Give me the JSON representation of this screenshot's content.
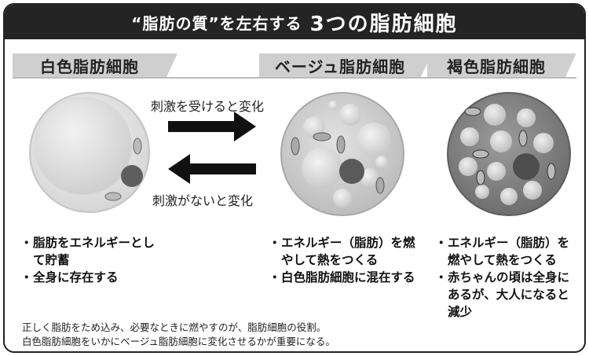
{
  "title": {
    "prefix": "“脂肪の質”を左右する",
    "main": "3つの脂肪細胞"
  },
  "cells": {
    "white": {
      "label": "白色脂肪細胞",
      "bullets": [
        "脂肪をエネルギーとして貯蓄",
        "全身に存在する"
      ]
    },
    "beige": {
      "label": "ベージュ脂肪細胞",
      "bullets": [
        "エネルギー（脂肪）を燃やして熱をつくる",
        "白色脂肪細胞に混在する"
      ]
    },
    "brown": {
      "label": "褐色脂肪細胞",
      "bullets": [
        "エネルギー（脂肪）を燃やして熱をつくる",
        "赤ちゃんの頃は全身にあるが、大人になると減少"
      ]
    }
  },
  "arrows": {
    "top_caption": "刺激を受けると変化",
    "bottom_caption": "刺激がないと変化"
  },
  "footnote": {
    "line1": "正しく脂肪をため込み、必要なときに燃やすのが、脂肪細胞の役割。",
    "line2": "白色脂肪細胞をいかにベージュ脂肪細胞に変化させるかが重要になる。"
  },
  "colors": {
    "title_bg": "#242424",
    "label_bg": "#cfcfcf",
    "white_cell": "#e6e6e6",
    "beige_cell": "#d4d4d4",
    "brown_cell": "#8e8e8e"
  }
}
